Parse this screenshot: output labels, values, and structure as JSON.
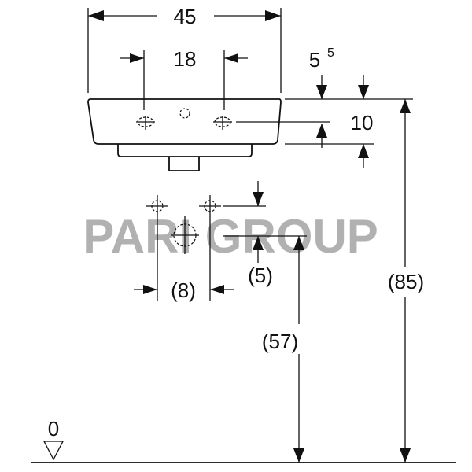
{
  "dimensions": {
    "width": "45",
    "tap_spacing": "18",
    "overflow_offset_main": "5",
    "overflow_offset_sup": "5",
    "basin_height": "10",
    "total_height": "(85)",
    "waste_spacing": "(8)",
    "waste_offset": "(5)",
    "waste_height": "(57)",
    "floor_level": "0"
  },
  "watermark": "PARI GROUP"
}
